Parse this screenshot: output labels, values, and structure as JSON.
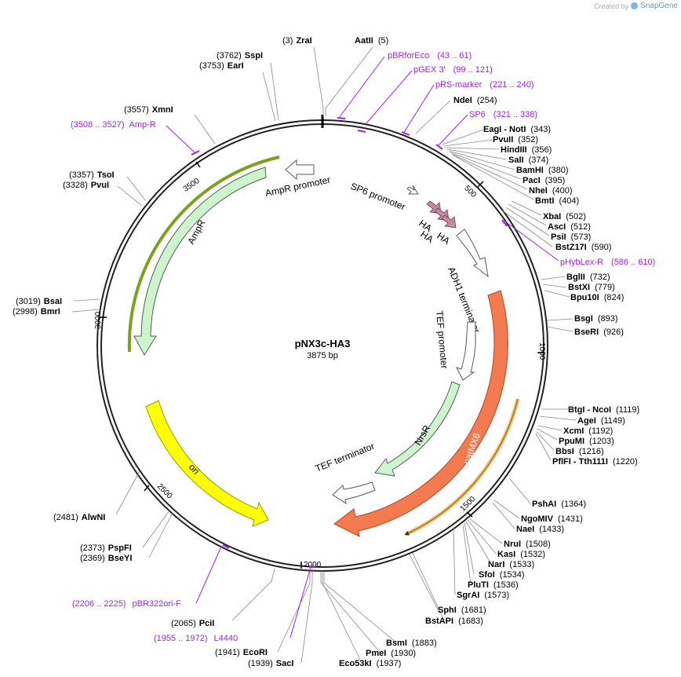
{
  "brand": {
    "created_by": "Created by",
    "app": "SnapGene"
  },
  "plasmid": {
    "name": "pNX3c-HA3",
    "length": "3875 bp",
    "length_bp": 3875
  },
  "ticks": [
    "500",
    "1000",
    "1500",
    "2000",
    "2500",
    "3000",
    "3500"
  ],
  "colors": {
    "backbone": "#222222",
    "ampr": "#ccf5cc",
    "ampr_highlight": "#d4f0a0",
    "natmx6": "#f47a4f",
    "ori": "#ffff00",
    "nrsr": "#ccf5cc",
    "ha": "#c48aa3",
    "primer": "#a020f0",
    "orf": "#f0c070"
  },
  "left_labels": [
    {
      "pos": "(3)",
      "name": "ZraI"
    },
    {
      "pos": "(3762)",
      "name": "SspI"
    },
    {
      "pos": "(3753)",
      "name": "EarI"
    },
    {
      "pos": "(3557)",
      "name": "XmnI"
    },
    {
      "pos": "(3357)",
      "name": "TsoI"
    },
    {
      "pos": "(3328)",
      "name": "PvuI"
    },
    {
      "pos": "(3019)",
      "name": "BsaI"
    },
    {
      "pos": "(2998)",
      "name": "BmrI"
    },
    {
      "pos": "(2481)",
      "name": "AlwNI"
    },
    {
      "pos": "(2373)",
      "name": "PspFI"
    },
    {
      "pos": "(2369)",
      "name": "BseYI"
    },
    {
      "pos": "(2065)",
      "name": "PciI"
    },
    {
      "pos": "(1941)",
      "name": "EcoRI"
    },
    {
      "pos": "(1939)",
      "name": "SacI"
    }
  ],
  "right_labels": [
    {
      "name": "AatII",
      "pos": "(5)"
    },
    {
      "name": "NdeI",
      "pos": "(254)"
    },
    {
      "name": "EagI - NotI",
      "pos": "(343)"
    },
    {
      "name": "PvuII",
      "pos": "(352)"
    },
    {
      "name": "HindIII",
      "pos": "(356)"
    },
    {
      "name": "SalI",
      "pos": "(374)"
    },
    {
      "name": "BamHI",
      "pos": "(380)"
    },
    {
      "name": "PacI",
      "pos": "(395)"
    },
    {
      "name": "NheI",
      "pos": "(400)"
    },
    {
      "name": "BmtI",
      "pos": "(404)"
    },
    {
      "name": "XbaI",
      "pos": "(502)"
    },
    {
      "name": "AscI",
      "pos": "(512)"
    },
    {
      "name": "PsiI",
      "pos": "(573)"
    },
    {
      "name": "BstZ17I",
      "pos": "(590)"
    },
    {
      "name": "BglII",
      "pos": "(732)"
    },
    {
      "name": "BstXI",
      "pos": "(779)"
    },
    {
      "name": "Bpu10I",
      "pos": "(824)"
    },
    {
      "name": "BsgI",
      "pos": "(893)"
    },
    {
      "name": "BseRI",
      "pos": "(926)"
    },
    {
      "name": "BtgI - NcoI",
      "pos": "(1119)"
    },
    {
      "name": "AgeI",
      "pos": "(1149)"
    },
    {
      "name": "XcmI",
      "pos": "(1192)"
    },
    {
      "name": "PpuMI",
      "pos": "(1203)"
    },
    {
      "name": "BbsI",
      "pos": "(1216)"
    },
    {
      "name": "PflFI - Tth111I",
      "pos": "(1220)"
    },
    {
      "name": "PshAI",
      "pos": "(1364)"
    },
    {
      "name": "NgoMIV",
      "pos": "(1431)"
    },
    {
      "name": "NaeI",
      "pos": "(1433)"
    },
    {
      "name": "NruI",
      "pos": "(1508)"
    },
    {
      "name": "KasI",
      "pos": "(1532)"
    },
    {
      "name": "NarI",
      "pos": "(1533)"
    },
    {
      "name": "SfoI",
      "pos": "(1534)"
    },
    {
      "name": "PluTI",
      "pos": "(1536)"
    },
    {
      "name": "SgrAI",
      "pos": "(1573)"
    },
    {
      "name": "SphI",
      "pos": "(1681)"
    },
    {
      "name": "BstAPI",
      "pos": "(1683)"
    },
    {
      "name": "BsmI",
      "pos": "(1883)"
    },
    {
      "name": "PmeI",
      "pos": "(1930)"
    },
    {
      "name": "Eco53kI",
      "pos": "(1937)"
    }
  ],
  "primers": [
    {
      "name": "pBRforEco",
      "range": "(43 .. 61)"
    },
    {
      "name": "pGEX 3'",
      "range": "(99 .. 121)"
    },
    {
      "name": "pRS-marker",
      "range": "(221 .. 240)"
    },
    {
      "name": "SP6",
      "range": "(321 .. 338)"
    },
    {
      "name": "pHybLex-R",
      "range": "(586 .. 610)"
    },
    {
      "name": "Amp-R",
      "range": "(3508 .. 3527)"
    },
    {
      "name": "pBR322ori-F",
      "range": "(2206 .. 2225)"
    },
    {
      "name": "L4440",
      "range": "(1955 .. 1972)"
    }
  ],
  "features": [
    {
      "name": "AmpR promoter"
    },
    {
      "name": "AmpR"
    },
    {
      "name": "SP6 promoter"
    },
    {
      "name": "HA"
    },
    {
      "name": "HA"
    },
    {
      "name": "HA"
    },
    {
      "name": "ADH1 terminator"
    },
    {
      "name": "TEF promoter"
    },
    {
      "name": "NrsR"
    },
    {
      "name": "natMX6"
    },
    {
      "name": "TEF terminator"
    },
    {
      "name": "ori"
    }
  ]
}
